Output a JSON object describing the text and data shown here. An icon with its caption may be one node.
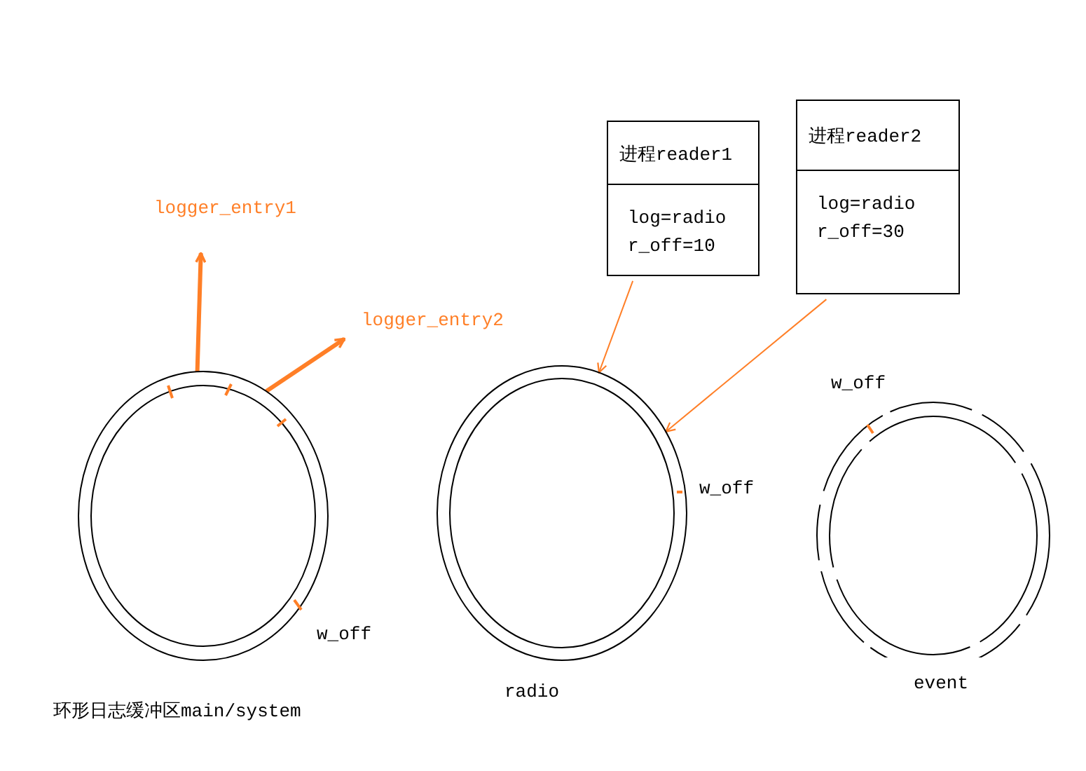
{
  "diagram": {
    "nodes": [
      {
        "text": [],
        "shape": "circle",
        "beside": [
          "w_off",
          "环形日志缓冲区main/system"
        ]
      },
      {
        "text": [],
        "shape": "circle",
        "beside": [
          "w_off",
          "radio"
        ]
      },
      {
        "text": [],
        "shape": "circle",
        "beside": [
          "w_off",
          "event"
        ]
      },
      {
        "text": [
          "进程reader1",
          "log=radio r_off=10"
        ]
      },
      {
        "text": [
          "进程reader2",
          "log=radio r_off=30"
        ]
      },
      {
        "text": [
          "logger_entry1"
        ]
      },
      {
        "text": [
          "logger_entry2"
        ]
      }
    ],
    "edges": [
      {
        "from": 0,
        "to": 5,
        "arrow": "to",
        "style": "thick"
      },
      {
        "from": 0,
        "to": 6,
        "arrow": "to",
        "style": "thick"
      },
      {
        "from": 3,
        "to": 1,
        "arrow": "to"
      },
      {
        "from": 4,
        "to": 1,
        "arrow": "to"
      }
    ]
  }
}
